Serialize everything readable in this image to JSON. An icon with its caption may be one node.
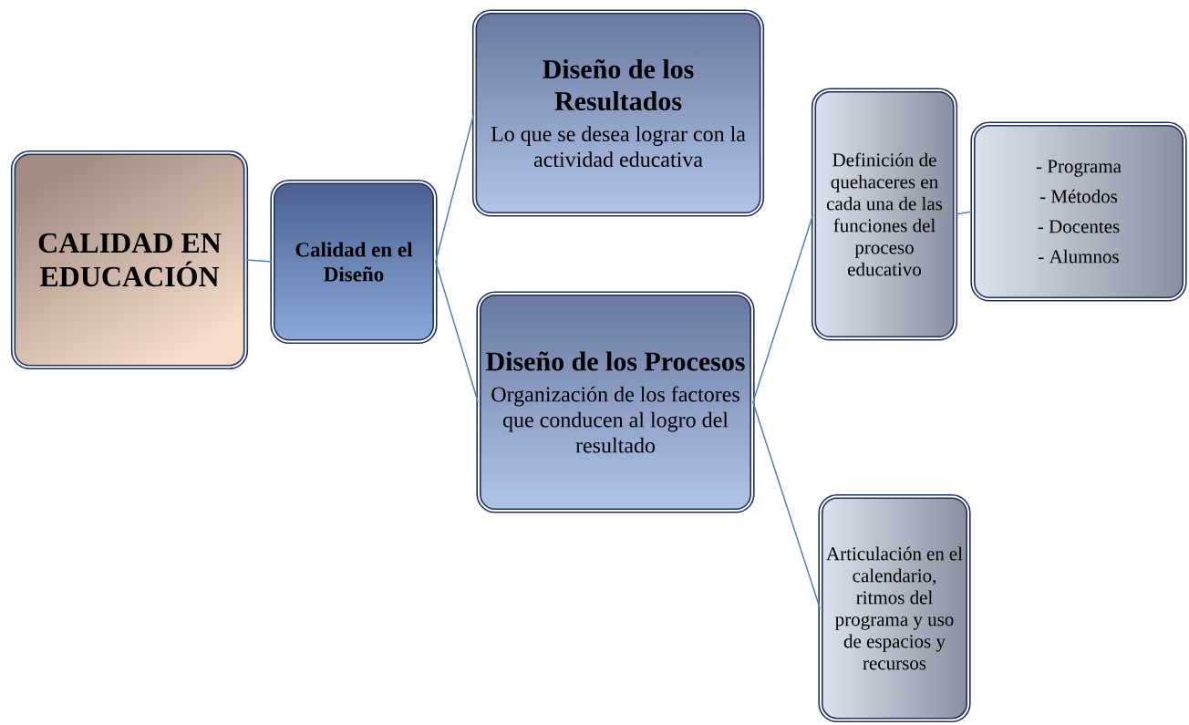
{
  "diagram": {
    "nodes": [
      {
        "text": [
          "CALIDAD EN EDUCACIÓN"
        ]
      },
      {
        "text": [
          "Calidad en el Diseño"
        ]
      },
      {
        "text": [
          "Diseño de los Resultados",
          "Lo que se desea lograr con la actividad educativa"
        ]
      },
      {
        "text": [
          "Diseño de los Procesos",
          "Organización de los factores  que conducen al logro del resultado"
        ]
      },
      {
        "text": [
          "Definición de quehaceres en cada una de las funciones del proceso educativo"
        ]
      },
      {
        "text": [
          "- Programa",
          "- Métodos",
          "- Docentes",
          "- Alumnos"
        ]
      },
      {
        "text": [
          "Articulación en el calendario, ritmos del programa y uso de espacios y recursos"
        ]
      }
    ],
    "edges": [
      {
        "from": 0,
        "to": 1,
        "arrow": "none"
      },
      {
        "from": 1,
        "to": 2,
        "arrow": "none"
      },
      {
        "from": 1,
        "to": 3,
        "arrow": "none"
      },
      {
        "from": 3,
        "to": 4,
        "arrow": "none"
      },
      {
        "from": 4,
        "to": 5,
        "arrow": "none"
      },
      {
        "from": 3,
        "to": 6,
        "arrow": "none"
      }
    ]
  }
}
